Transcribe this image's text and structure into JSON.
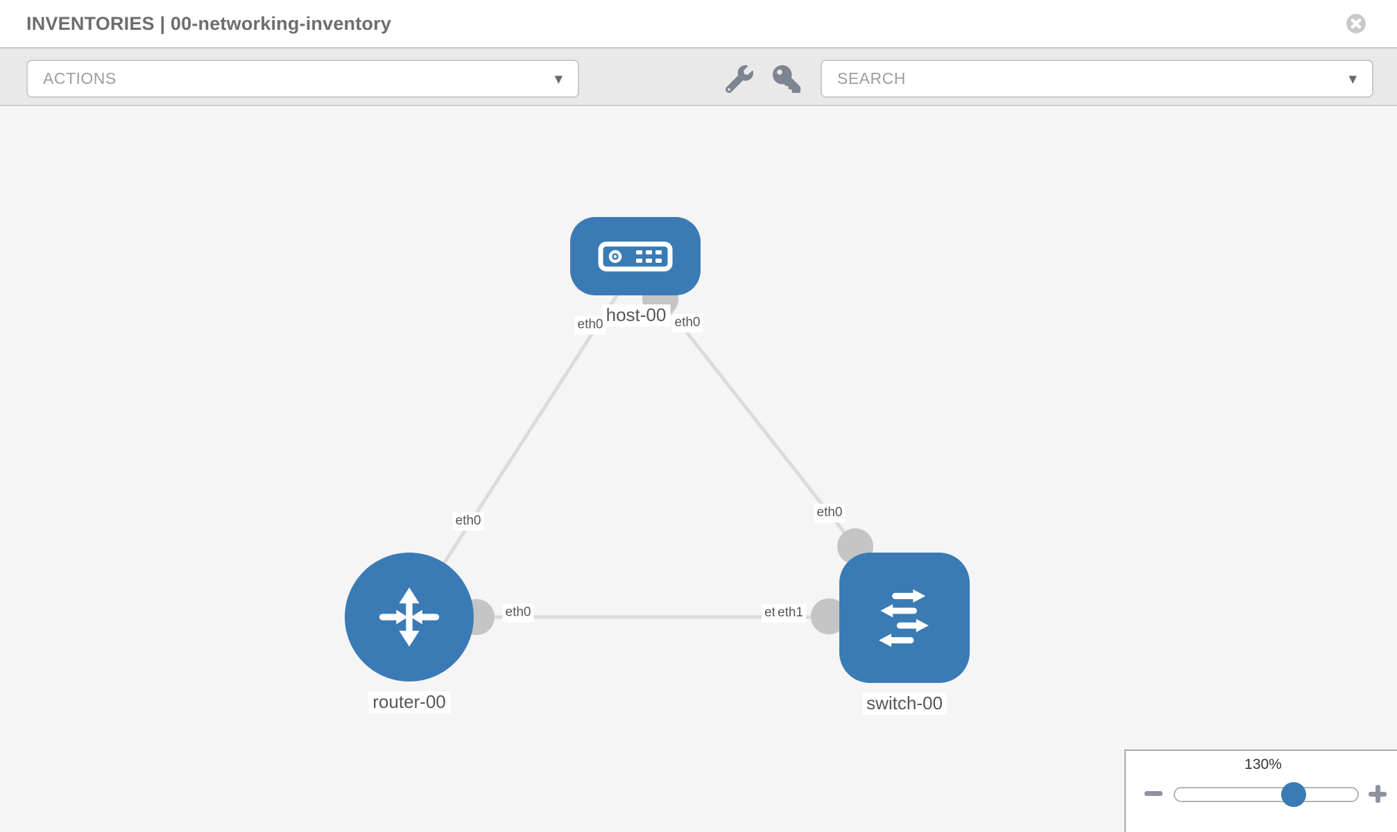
{
  "header": {
    "title": "INVENTORIES | 00-networking-inventory",
    "close_icon": "x-circle"
  },
  "toolbar": {
    "actions_placeholder": "ACTIONS",
    "search_placeholder": "SEARCH",
    "caret": "▼",
    "tool_icons": [
      "wrench-icon",
      "key-icon"
    ]
  },
  "topology": {
    "nodes": [
      {
        "id": "host-00",
        "type": "host",
        "label": "host-00"
      },
      {
        "id": "router-00",
        "type": "router",
        "label": "router-00"
      },
      {
        "id": "switch-00",
        "type": "switch",
        "label": "switch-00"
      }
    ],
    "links": [
      {
        "from": "router-00",
        "to": "host-00",
        "from_if": "eth0",
        "to_if": "eth0"
      },
      {
        "from": "host-00",
        "to": "switch-00",
        "from_if": "eth0",
        "to_if": "eth0"
      },
      {
        "from": "router-00",
        "to": "switch-00",
        "from_if": "eth0",
        "to_if": "eth1"
      }
    ],
    "if_labels": {
      "host_left": "eth0",
      "host_right": "eth0",
      "router_top": "eth0",
      "router_right": "eth0",
      "switch_top": "eth0",
      "switch_left_under": "eth0",
      "switch_left_over": "eth1"
    }
  },
  "zoom_control": {
    "level": "130%",
    "minus_icon": "minus",
    "plus_icon": "plus"
  },
  "colors": {
    "node_blue": "#3a7bb5",
    "link_gray": "#dbdbdb",
    "connector_gray": "#c5c5c5",
    "toolbar_bg": "#e9e9e9",
    "canvas_bg": "#f5f5f5",
    "label_text": "#565656",
    "title_text": "#6d6d6d",
    "placeholder_text": "#9c9c9c"
  }
}
